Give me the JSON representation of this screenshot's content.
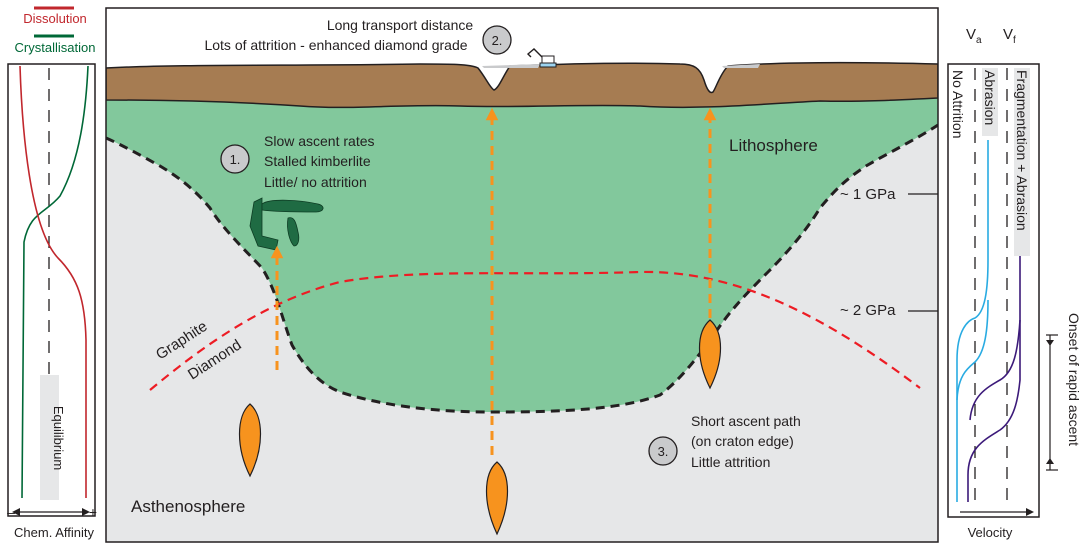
{
  "left_panel": {
    "legend_dissolution": "Dissolution",
    "legend_crystallisation": "Crystallisation",
    "equilibrium_label": "Equilibrium",
    "axis_minus": "–",
    "axis_plus": "+",
    "axis_label": "Chem. Affinity",
    "colors": {
      "dissolution": "#c1272d",
      "crystallisation": "#006837"
    }
  },
  "main_panel": {
    "transport_line1": "Long transport distance",
    "transport_line2": "Lots of attrition - enhanced diamond grade",
    "badge_1": "1.",
    "badge_2": "2.",
    "badge_3": "3.",
    "slow_ascent_lines": [
      "Slow ascent rates",
      "Stalled kimberlite",
      "Little/ no attrition"
    ],
    "short_ascent_lines": [
      "Short ascent path",
      "(on craton edge)",
      "Little attrition"
    ],
    "lithosphere": "Lithosphere",
    "asthenosphere": "Asthenosphere",
    "pressure_1": "~ 1 GPa",
    "pressure_2": "~ 2 GPa",
    "graphite": "Graphite",
    "diamond": "Diamond",
    "colors": {
      "crust": "#a67c52",
      "lithosphere": "#82c89c",
      "asthenosphere": "#e6e7e8",
      "ascent_arrow": "#f7931e",
      "graphite_diamond_boundary": "#ed1c24",
      "stalled_kimberlite": "#1f6b43"
    }
  },
  "right_panel": {
    "va_label": "V",
    "va_sub": "a",
    "vf_label": "V",
    "vf_sub": "f",
    "no_attrition": "No Attrition",
    "abrasion": "Abrasion",
    "fragmentation": "Fragmentation + Abrasion",
    "onset": "Onset of rapid ascent",
    "velocity": "Velocity",
    "colors": {
      "abrasion_curves": "#29abe2",
      "fragmentation_curves": "#3c1a7a"
    }
  }
}
